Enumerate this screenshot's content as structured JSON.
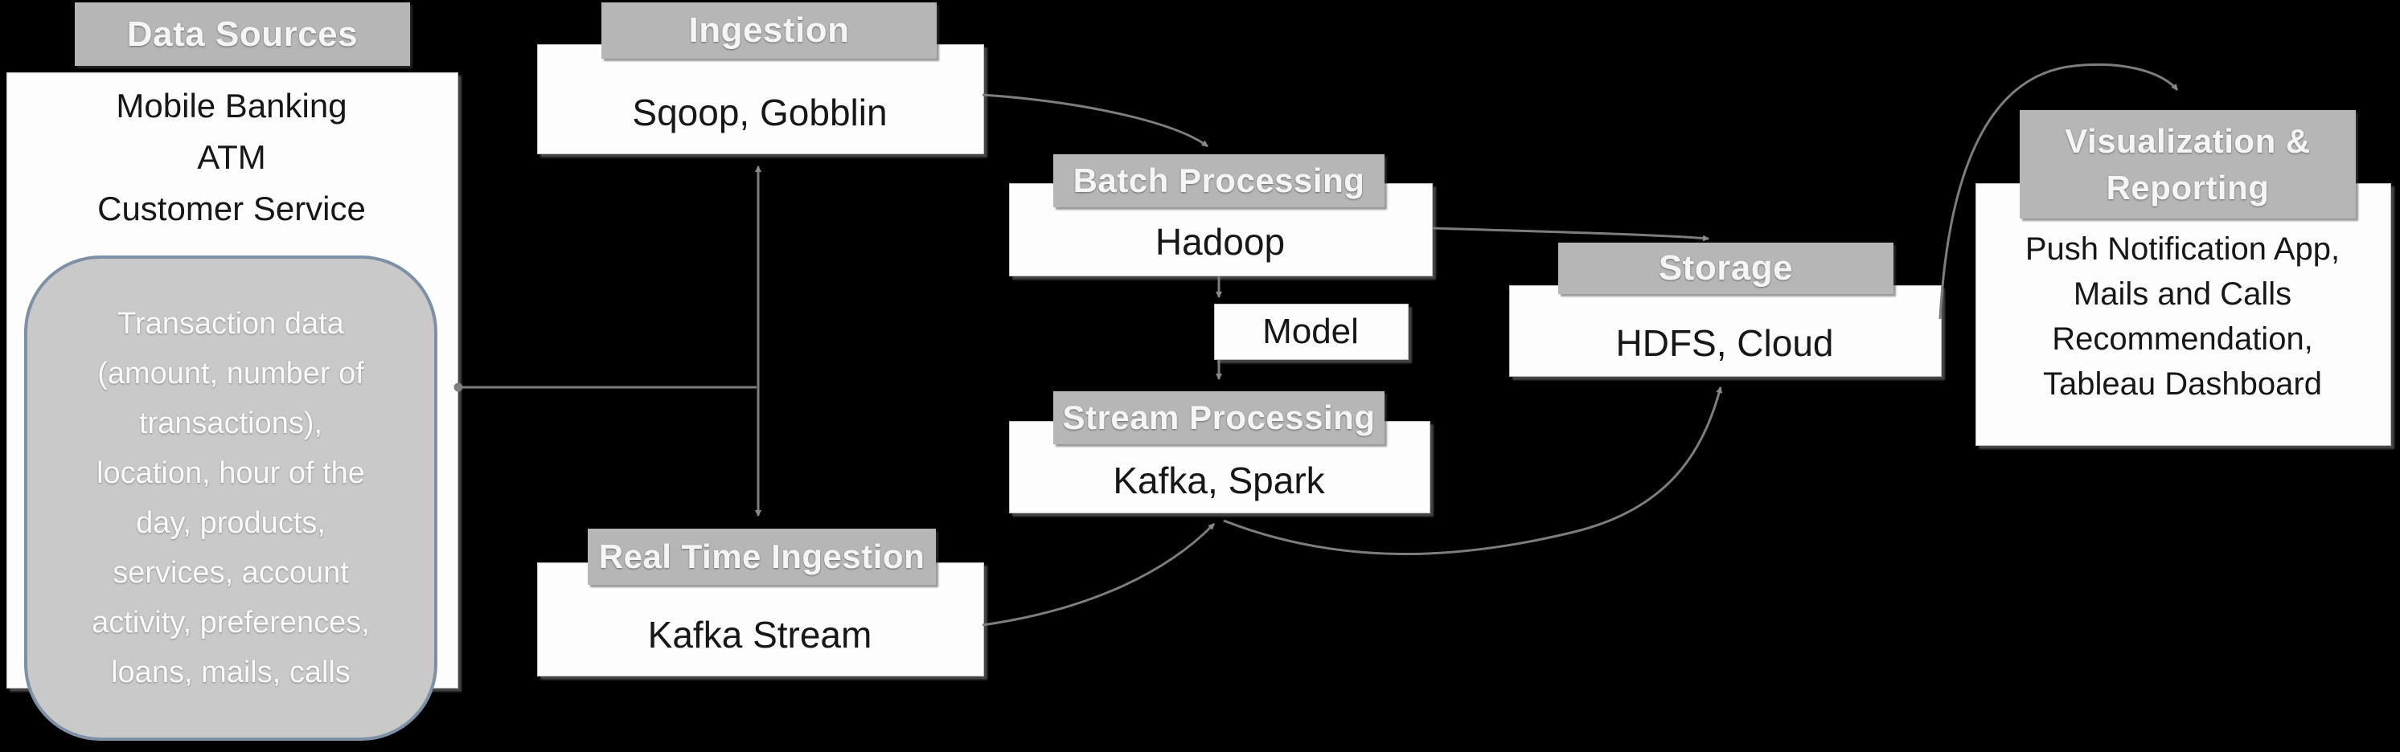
{
  "colors": {
    "background": "#000000",
    "panel_bg": "#fdfdfd",
    "tag_bg": "#b6b6b6",
    "tag_text": "#f5f5f5",
    "content_text": "#171717",
    "note_bg": "#c9c9c9",
    "note_border": "#7e90a6",
    "note_text": "#fafafa",
    "connector": "#7d7d7d"
  },
  "nodes": {
    "data_sources": {
      "label": "Data Sources",
      "lines": [
        "Mobile Banking",
        "ATM",
        "Customer Service"
      ],
      "note_lines": [
        "Transaction data",
        "(amount, number of",
        "transactions),",
        "location, hour of the",
        "day, products,",
        "services, account",
        "activity, preferences,",
        "loans, mails, calls"
      ]
    },
    "ingestion": {
      "label": "Ingestion",
      "content": "Sqoop, Gobblin"
    },
    "real_time_ingestion": {
      "label": "Real Time Ingestion",
      "content": "Kafka Stream"
    },
    "batch_processing": {
      "label": "Batch Processing",
      "content": "Hadoop"
    },
    "model": {
      "content": "Model"
    },
    "stream_processing": {
      "label": "Stream Processing",
      "content": "Kafka, Spark"
    },
    "storage": {
      "label": "Storage",
      "content": "HDFS, Cloud"
    },
    "visualization": {
      "label_lines": [
        "Visualization &",
        "Reporting"
      ],
      "content_lines": [
        "Push Notification App,",
        "Mails and Calls",
        "Recommendation,",
        "Tableau Dashboard"
      ]
    }
  }
}
